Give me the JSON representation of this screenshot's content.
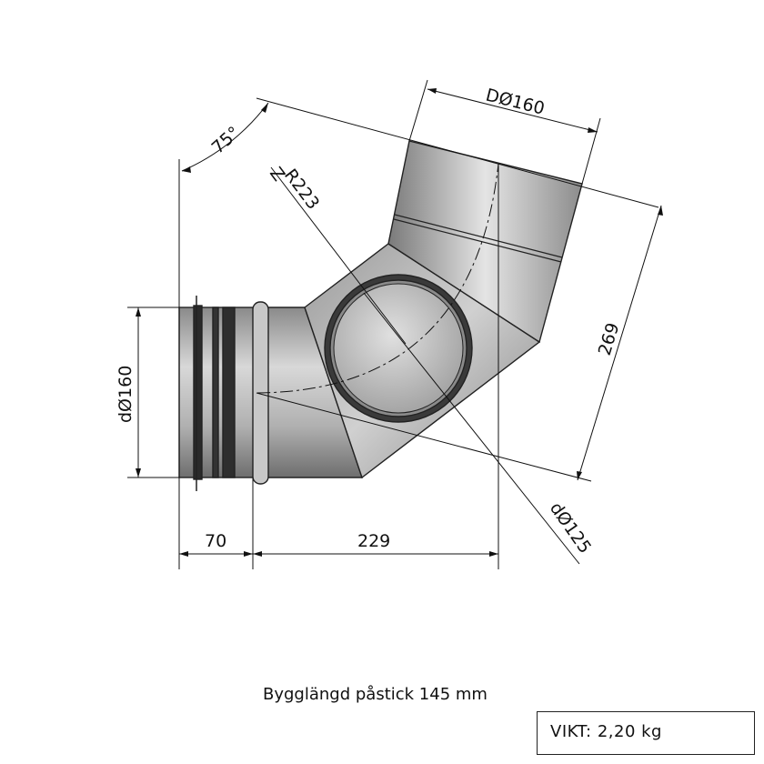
{
  "drawing": {
    "angle_label": "75°",
    "radius_label": "R223",
    "radius_prefix": "Z",
    "outer_diameter_label": "DØ160",
    "inner_diameter_label": "dØ160",
    "height_label": "269",
    "socket_length_label": "70",
    "length_label": "229",
    "branch_diameter_label": "dØ125"
  },
  "footer": {
    "build_length": "Bygglängd påstick 145 mm",
    "weight": "VIKT: 2,20 kg"
  }
}
